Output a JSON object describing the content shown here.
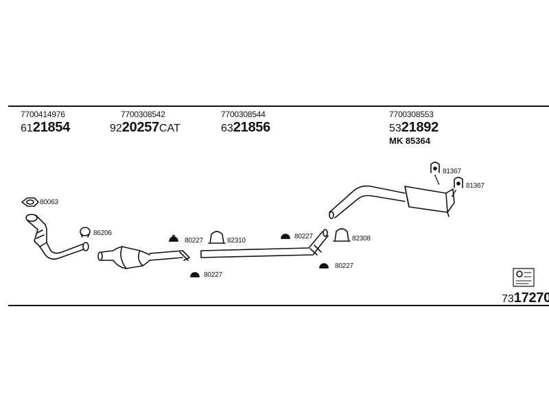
{
  "parts": [
    {
      "oe": "7700414976",
      "prefix": "61",
      "main": "21854",
      "suffix": ""
    },
    {
      "oe": "7700308542",
      "prefix": "92",
      "main": "20257",
      "suffix": "CAT"
    },
    {
      "oe": "7700308544",
      "prefix": "63",
      "main": "21856",
      "suffix": ""
    },
    {
      "oe": "7700308553",
      "prefix": "53",
      "main": "21892",
      "suffix": ""
    }
  ],
  "mk_label": "MK  85364",
  "fittings": [
    {
      "code": "80063"
    },
    {
      "code": "86206"
    },
    {
      "code": "80227"
    },
    {
      "code": "82310"
    },
    {
      "code": "80227"
    },
    {
      "code": "82308"
    },
    {
      "code": "80227"
    },
    {
      "code": "80227"
    },
    {
      "code": "81367"
    },
    {
      "code": "81367"
    }
  ],
  "kit": {
    "prefix": "73",
    "main": "17270"
  },
  "icons": [
    "gasket-icon",
    "clamp-icon",
    "bolt-icon",
    "hanger-icon",
    "kit-box-icon"
  ]
}
